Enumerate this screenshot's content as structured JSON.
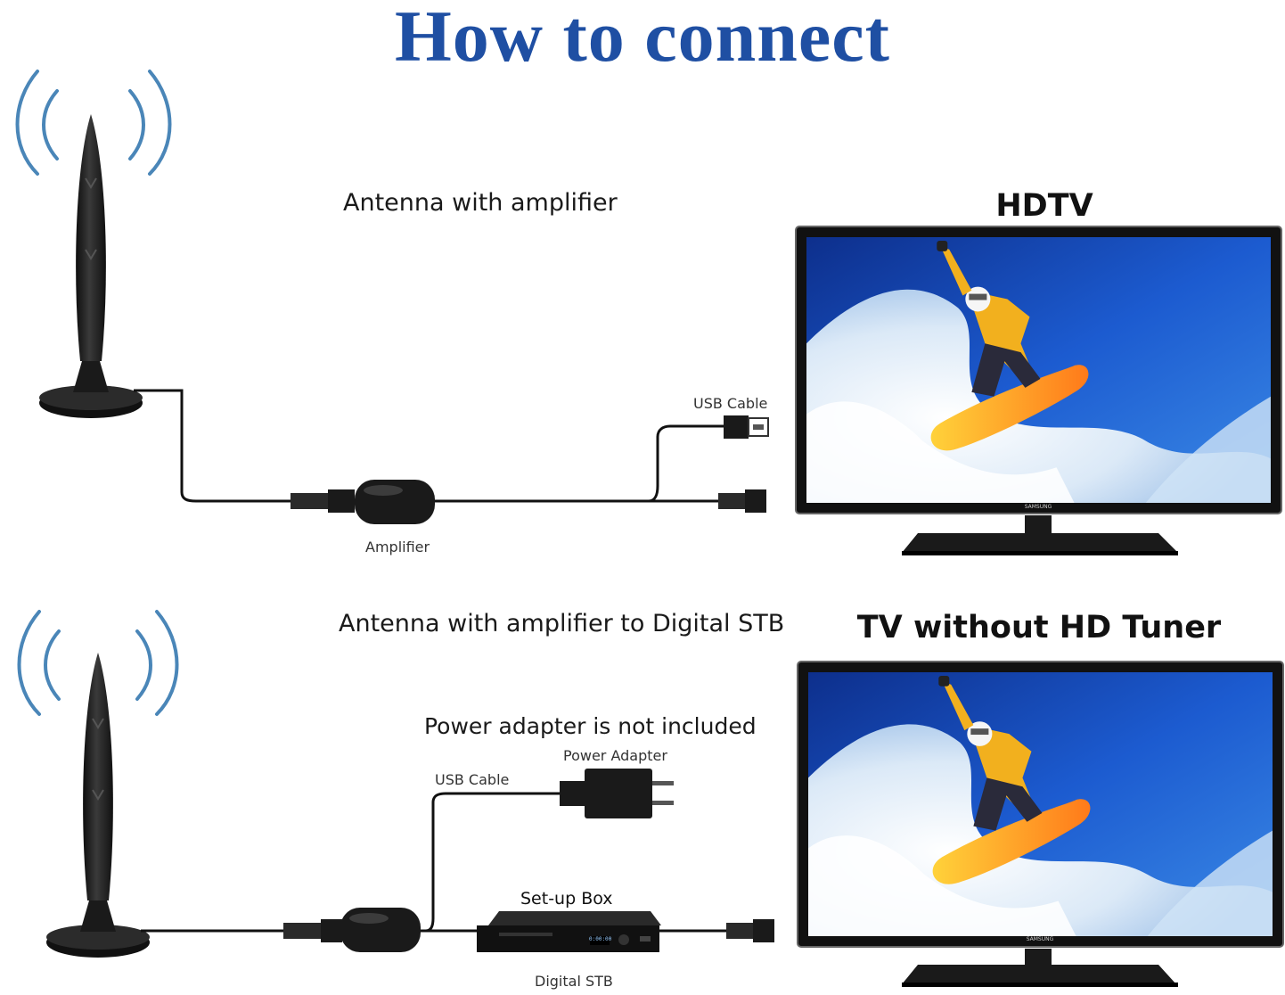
{
  "title": "How to connect",
  "top_section": {
    "caption": "Antenna with amplifier",
    "usb_cable_label": "USB Cable",
    "amplifier_label": "Amplifier",
    "tv_heading": "HDTV",
    "tv_brand": "SAMSUNG"
  },
  "bottom_section": {
    "caption": "Antenna with amplifier to Digital STB",
    "note": "Power adapter is not included",
    "power_adapter_label": "Power Adapter",
    "usb_cable_label": "USB Cable",
    "setup_box_label": "Set-up Box",
    "digital_stb_label": "Digital STB",
    "stb_display": "0:00:00",
    "tv_heading": "TV without HD Tuner",
    "tv_brand": "SAMSUNG"
  },
  "colors": {
    "title_blue": "#1f4fa3",
    "signal_wave": "#4a86b8",
    "device_black": "#1c1c1c"
  }
}
